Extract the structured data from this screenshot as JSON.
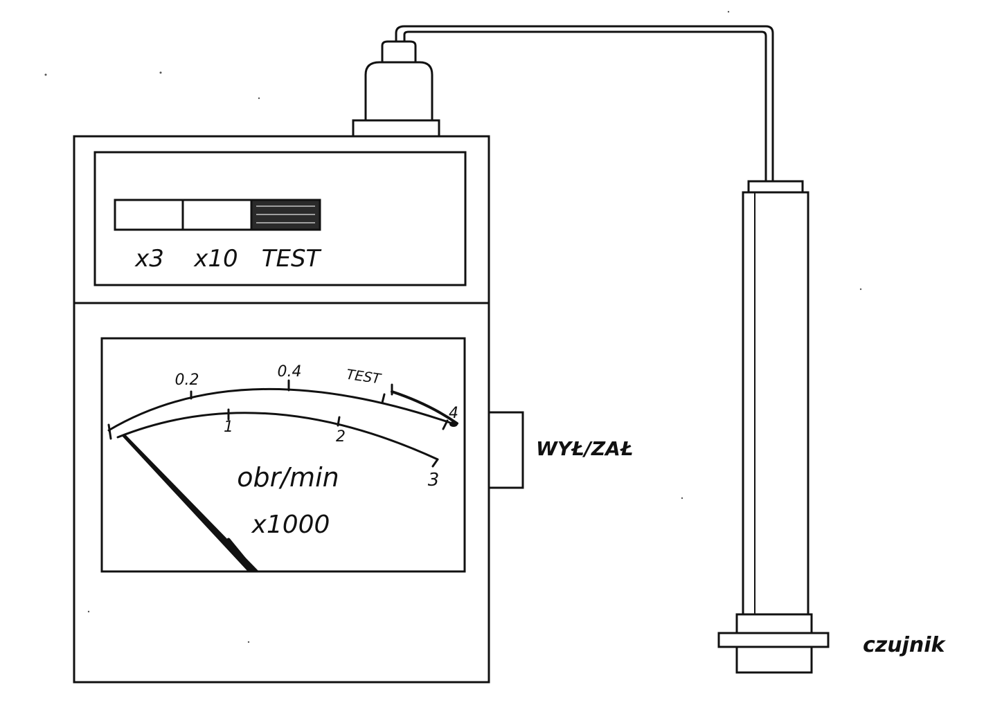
{
  "meter": {
    "range_buttons": [
      "x3",
      "x10",
      "TEST"
    ],
    "scale_upper_ticks": [
      "0.2",
      "0.4"
    ],
    "scale_upper_test_label": "TEST",
    "scale_upper_end": "4",
    "scale_lower_ticks": [
      "1",
      "2",
      "3"
    ],
    "unit": "obr/min",
    "multiplier": "x1000"
  },
  "switch_label": "WYŁ/ZAŁ",
  "sensor_label": "czujnik"
}
